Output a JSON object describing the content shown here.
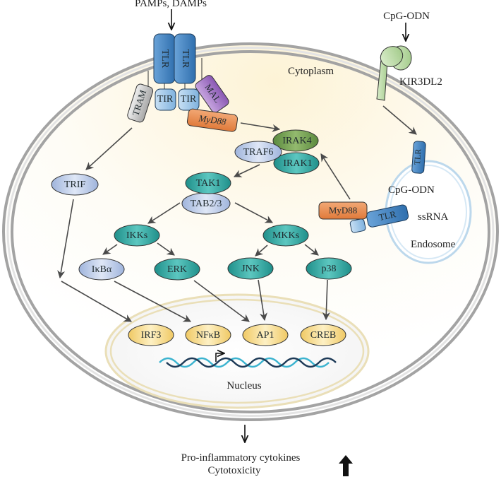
{
  "stimuli": {
    "top_left": "PAMPs, DAMPs",
    "top_right": "CpG-ODN"
  },
  "compartments": {
    "cytoplasm": "Cytoplasm",
    "nucleus": "Nucleus",
    "endosome": "Endosome"
  },
  "receptors": {
    "tlr_left": "TLR",
    "tlr_right": "TLR",
    "tir_left": "TIR",
    "tir_right": "TIR",
    "tram": "TRAM",
    "mal": "MAL",
    "myd88_membrane": "MyD88",
    "kir3dl2": "KIR3DL2",
    "tlr_endosome_top": "TLR",
    "tlr_endosome_side": "TLR",
    "myd88_endosome": "MyD88"
  },
  "endosome_ligands": {
    "cpg": "CpG-ODN",
    "ssrna": "ssRNA"
  },
  "signaling": {
    "trif": "TRIF",
    "irak4": "IRAK4",
    "irak1": "IRAK1",
    "traf6": "TRAF6",
    "tak1": "TAK1",
    "tab23": "TAB2/3",
    "ikks": "IKKs",
    "mkks": "MKKs",
    "ikba": "IκBα",
    "erk": "ERK",
    "jnk": "JNK",
    "p38": "p38"
  },
  "transcription_factors": {
    "irf3": "IRF3",
    "nfkb": "NFκB",
    "ap1": "AP1",
    "creb": "CREB"
  },
  "outcome": {
    "line1": "Pro-inflammatory cytokines",
    "line2": "Cytotoxicity",
    "direction_icon": "up-arrow-icon"
  },
  "colors": {
    "tlr": "#3e7fc1",
    "tir": "#8fbfe6",
    "tram": "#c9c9c9",
    "mal": "#9a6cbf",
    "myd88": "#e8894e",
    "kir": "#b9d9a8",
    "irak4": "#6f9a4f",
    "teal": "#2ea6a0",
    "lavender": "#b6c7e6",
    "tf_yellow": "#f2d27a",
    "membrane": "#a3a3a3",
    "endosome_membrane": "#bcd8ec"
  }
}
